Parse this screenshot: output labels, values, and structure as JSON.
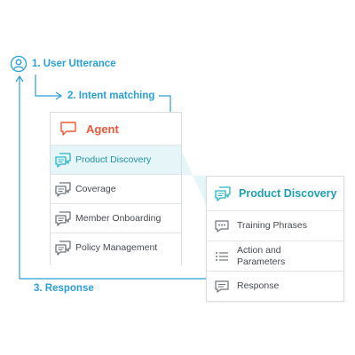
{
  "flow": {
    "step1": "1. User Utterance",
    "step2": "2. Intent matching",
    "step3": "3. Response"
  },
  "agent_panel": {
    "title": "Agent",
    "intents": [
      {
        "label": "Product Discovery",
        "selected": true
      },
      {
        "label": "Coverage",
        "selected": false
      },
      {
        "label": "Member Onboarding",
        "selected": false
      },
      {
        "label": "Policy Management",
        "selected": false
      }
    ]
  },
  "intent_detail": {
    "title": "Product Discovery",
    "items": [
      {
        "label": "Training Phrases",
        "icon": "speech-dots-icon"
      },
      {
        "label": "Action and\nParameters",
        "icon": "list-icon"
      },
      {
        "label": "Response",
        "icon": "response-chat-icon"
      }
    ]
  },
  "colors": {
    "accent": "#2a9fd8",
    "agent_orange": "#e8593b",
    "teal": "#27b5c4",
    "highlight_bg": "#e6f6f8",
    "icon_gray": "#6f767c"
  }
}
